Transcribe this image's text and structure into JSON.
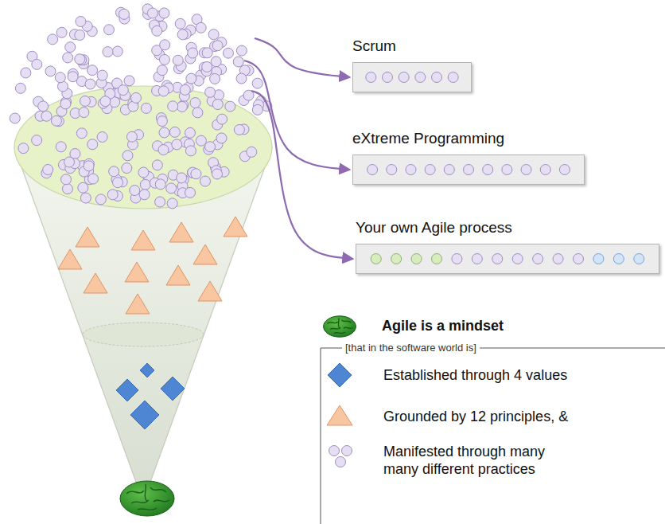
{
  "diagram": {
    "nodes": [
      {
        "text": [
          "Scrum"
        ]
      },
      {
        "text": [
          "eXtreme Programming"
        ]
      },
      {
        "text": [
          "Your own Agile process"
        ]
      }
    ],
    "labels": [
      "[that in the software world is]"
    ],
    "legend": [
      {
        "text": "Agile is a mindset"
      },
      {
        "text": "Established through 4 values"
      },
      {
        "text": "Grounded by 12 principles, &"
      },
      {
        "text": "Manifested through many many different practices"
      }
    ]
  }
}
